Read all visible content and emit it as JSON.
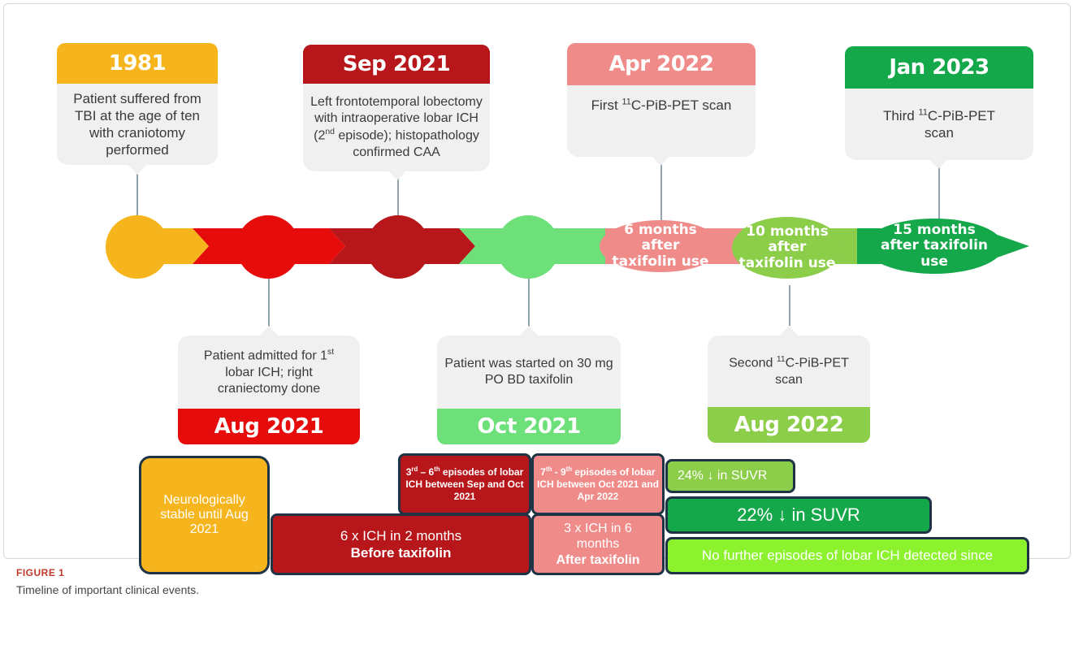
{
  "figure": {
    "label": "FIGURE 1",
    "caption": "Timeline of important clinical events."
  },
  "colors": {
    "amber": "#f7b51d",
    "red": "#e60c0c",
    "dark_red": "#b7161a",
    "light_green": "#6de07a",
    "pink": "#ef8c8a",
    "mid_green": "#8ccd4a",
    "green": "#14a84a",
    "lime": "#8df22e",
    "connector": "#90a4b0"
  },
  "events_top": [
    {
      "date": "1981",
      "text": "Patient suffered from TBI at the age of ten with craniotomy performed"
    },
    {
      "date": "Sep 2021",
      "text_before": "Left frontotemporal lobectomy with intraoperative lobar ICH (2",
      "text_sup": "nd",
      "text_after": " episode); histopathology confirmed CAA"
    },
    {
      "date": "Apr 2022",
      "text_before": "First ",
      "text_sup": "11",
      "text_after": "C-PiB-PET scan"
    },
    {
      "date": "Jan 2023",
      "text_before": "Third ",
      "text_sup": "11",
      "text_after": "C-PiB-PET scan"
    }
  ],
  "events_bottom": [
    {
      "date": "Aug 2021",
      "text_before": "Patient admitted for 1",
      "text_sup": "st",
      "text_after": " lobar ICH; right craniectomy done"
    },
    {
      "date": "Oct 2021",
      "text": "Patient was started on 30 mg PO BD taxifolin"
    },
    {
      "date": "Aug 2022",
      "text_before": "Second ",
      "text_sup": "11",
      "text_after": "C-PiB-PET scan"
    }
  ],
  "ovals": [
    {
      "label": "6 months after taxifolin use"
    },
    {
      "label": "10 months after taxifolin use"
    },
    {
      "label": "15 months after taxifolin use"
    }
  ],
  "summary": {
    "neuro_stable": "Neurologically stable until Aug 2021",
    "episodes_sep_oct": {
      "sup1": "rd",
      "mid": " – 6",
      "sup2": "th",
      "rest": " episodes of lobar ICH between Sep and Oct 2021",
      "pre": "3"
    },
    "episodes_oct_apr": {
      "pre": "7",
      "sup1": "th",
      "mid": " - 9",
      "sup2": "th",
      "rest": " episodes of lobar ICH between Oct 2021 and Apr 2022"
    },
    "before_line1": "6 x ICH in 2 months",
    "before_line2": "Before taxifolin",
    "after_line1": "3 x ICH in 6 months",
    "after_line2": "After taxifolin",
    "suvr_24": "24% ↓ in SUVR",
    "suvr_22": "22% ↓ in SUVR",
    "no_further": "No further episodes of lobar ICH detected since"
  }
}
